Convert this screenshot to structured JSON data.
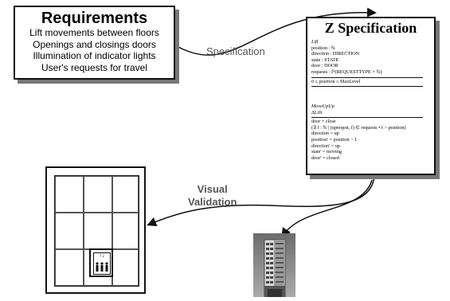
{
  "requirements": {
    "title": "Requirements",
    "lines": [
      "Lift movements between floors",
      "Openings and closings doors",
      "Illumination of indicator lights",
      "User's requests for travel"
    ]
  },
  "arrows": {
    "specification": "Specification",
    "visual_validation_line1": "Visual",
    "visual_validation_line2": "Validation"
  },
  "z_spec": {
    "title": "Z Specification",
    "lift_schema": {
      "name": "Lift",
      "decls": [
        "position : ℕ",
        "direction : DIRECTION",
        "state : STATE",
        "door : DOOR",
        "requests : ℙ(REQUESTTYPE × ℕ)"
      ],
      "predicate": "0 ≤ position ≤ MaxLevel"
    },
    "move_schema": {
      "name": "MoveUpUp",
      "decls": [
        "ΔLift"
      ],
      "preds": [
        "door = close",
        "(∃ f : ℕ | (upreqest, f) ∈ requests • f > position)",
        "direction = up",
        "position' = position − 1",
        "direction' = up",
        "state' = moving",
        "door' = closed"
      ]
    }
  },
  "elevator": {
    "indicator": "↑↓",
    "passengers": "🚶🚶🚶"
  }
}
